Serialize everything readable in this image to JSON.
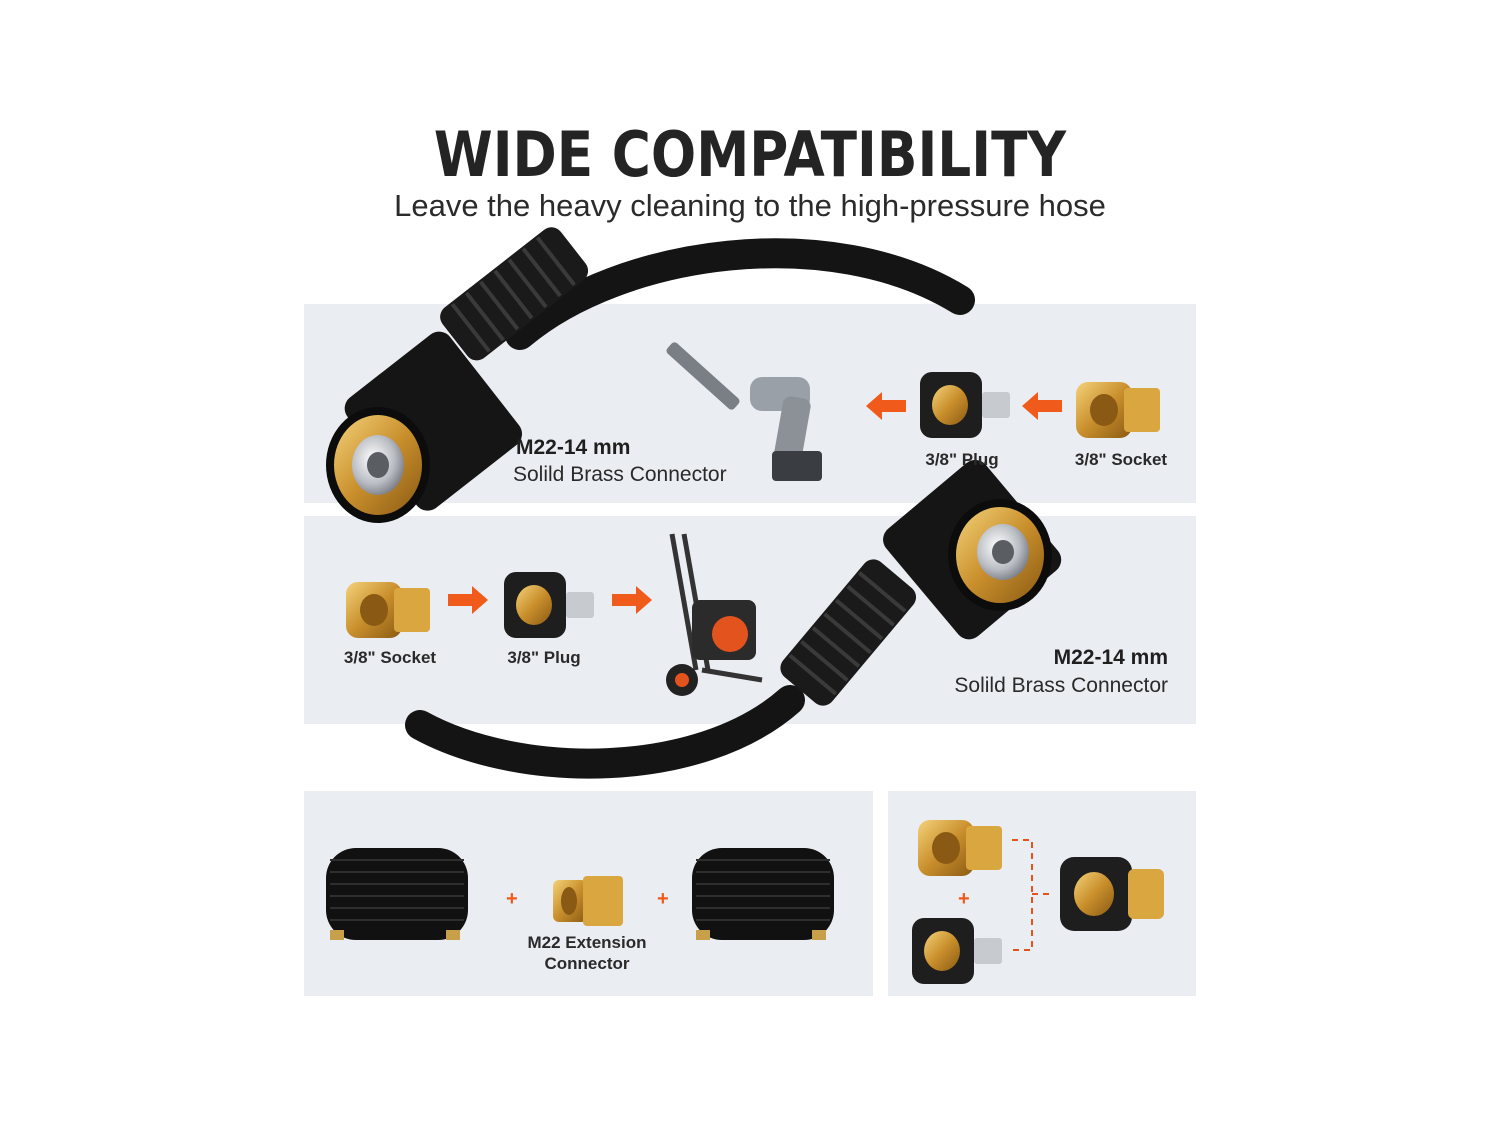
{
  "header": {
    "title": "WIDE COMPATIBILITY",
    "subtitle": "Leave the heavy cleaning to the high-pressure hose"
  },
  "top_panel": {
    "connector_title": "M22-14 mm",
    "connector_sub": "Solild Brass Connector",
    "plug_label": "3/8\" Plug",
    "socket_label": "3/8\" Socket"
  },
  "middle_panel": {
    "socket_label": "3/8\" Socket",
    "plug_label": "3/8\" Plug",
    "connector_title": "M22-14 mm",
    "connector_sub": "Solild Brass Connector"
  },
  "bottom_left_panel": {
    "extension_label_line1": "M22 Extension",
    "extension_label_line2": "Connector",
    "plus": "+"
  },
  "bottom_right_panel": {
    "plus": "+"
  },
  "colors": {
    "panel": "#eaedf2",
    "arrow": "#f05a1a",
    "brass": "#d9a640",
    "hose": "#141414"
  }
}
